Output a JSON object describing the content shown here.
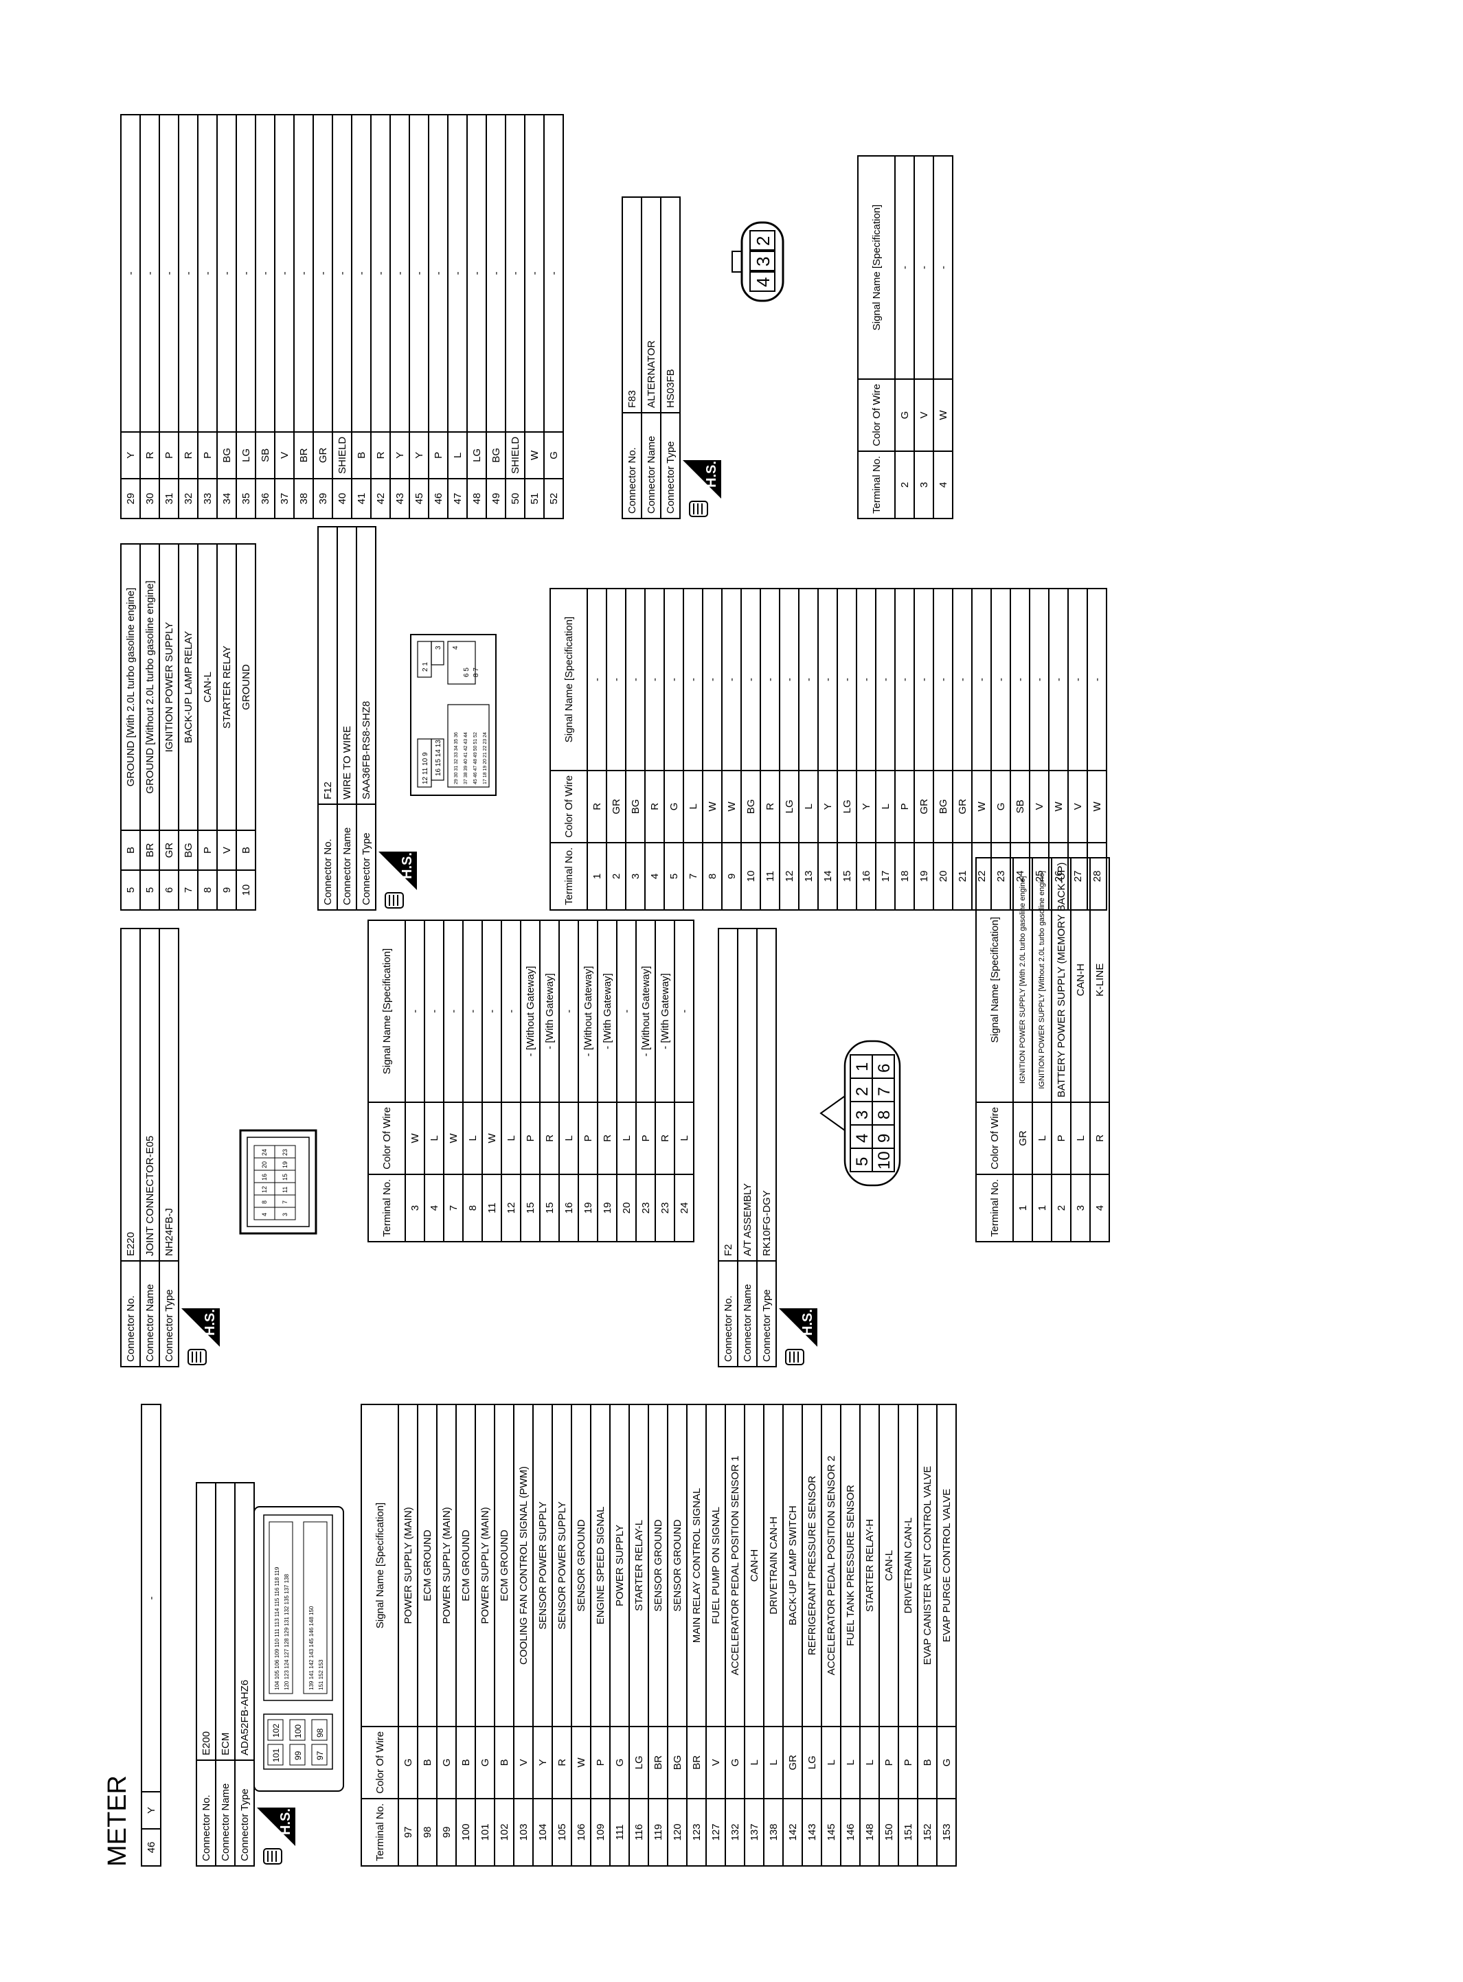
{
  "page_title": "METER",
  "connectors": [
    {
      "no": "E200",
      "name": "ECM",
      "type": "ADA52FB-AHZ6",
      "labels": {
        "no": "Connector No.",
        "name": "Connector Name",
        "type": "Connector Type"
      },
      "columns": [
        "Terminal No.",
        "Color Of Wire",
        "Signal Name [Specification]"
      ],
      "rows": [
        [
          "97",
          "G",
          "POWER SUPPLY (MAIN)"
        ],
        [
          "98",
          "B",
          "ECM GROUND"
        ],
        [
          "99",
          "G",
          "POWER SUPPLY (MAIN)"
        ],
        [
          "100",
          "B",
          "ECM GROUND"
        ],
        [
          "101",
          "G",
          "POWER SUPPLY (MAIN)"
        ],
        [
          "102",
          "B",
          "ECM GROUND"
        ],
        [
          "103",
          "V",
          "COOLING FAN CONTROL SIGNAL (PWM)"
        ],
        [
          "104",
          "Y",
          "SENSOR POWER SUPPLY"
        ],
        [
          "105",
          "R",
          "SENSOR POWER SUPPLY"
        ],
        [
          "106",
          "W",
          "SENSOR GROUND"
        ],
        [
          "109",
          "P",
          "ENGINE SPEED SIGNAL"
        ],
        [
          "111",
          "G",
          "POWER SUPPLY"
        ],
        [
          "116",
          "LG",
          "STARTER RELAY-L"
        ],
        [
          "119",
          "BR",
          "SENSOR GROUND"
        ],
        [
          "120",
          "BG",
          "SENSOR GROUND"
        ],
        [
          "123",
          "BR",
          "MAIN RELAY CONTROL SIGNAL"
        ],
        [
          "127",
          "V",
          "FUEL PUMP ON SIGNAL"
        ],
        [
          "132",
          "G",
          "ACCELERATOR PEDAL POSITION SENSOR 1"
        ],
        [
          "137",
          "L",
          "CAN-H"
        ],
        [
          "138",
          "L",
          "DRIVETRAIN CAN-H"
        ],
        [
          "142",
          "GR",
          "BACK-UP LAMP SWITCH"
        ],
        [
          "143",
          "LG",
          "REFRIGERANT PRESSURE SENSOR"
        ],
        [
          "145",
          "L",
          "ACCELERATOR PEDAL POSITION SENSOR 2"
        ],
        [
          "146",
          "L",
          "FUEL TANK PRESSURE SENSOR"
        ],
        [
          "148",
          "L",
          "STARTER RELAY-H"
        ],
        [
          "150",
          "P",
          "CAN-L"
        ],
        [
          "151",
          "P",
          "DRIVETRAIN CAN-L"
        ],
        [
          "152",
          "B",
          "EVAP CANISTER VENT CONTROL VALVE"
        ],
        [
          "153",
          "G",
          "EVAP PURGE CONTROL VALVE"
        ]
      ],
      "top_row": [
        "46",
        "Y",
        "-"
      ],
      "pins": [
        "101",
        "102",
        "99",
        "100",
        "97",
        "98",
        "104",
        "105",
        "106",
        "109",
        "110",
        "111",
        "113",
        "114",
        "115",
        "116",
        "118",
        "119",
        "120",
        "123",
        "124",
        "127",
        "128",
        "129",
        "131",
        "132",
        "135",
        "137",
        "138",
        "139",
        "141",
        "142",
        "143",
        "145",
        "146",
        "148",
        "150",
        "151",
        "152",
        "153"
      ]
    },
    {
      "no": "E220",
      "name": "JOINT CONNECTOR-E05",
      "type": "NH24FB-J",
      "labels": {
        "no": "Connector No.",
        "name": "Connector Name",
        "type": "Connector Type"
      },
      "columns": [
        "Terminal No.",
        "Color Of Wire",
        "Signal Name [Specification]"
      ],
      "rows": [
        [
          "3",
          "W",
          "-"
        ],
        [
          "4",
          "L",
          "-"
        ],
        [
          "7",
          "W",
          "-"
        ],
        [
          "8",
          "L",
          "-"
        ],
        [
          "11",
          "W",
          "-"
        ],
        [
          "12",
          "L",
          "-"
        ],
        [
          "15",
          "P",
          "- [Without Gateway]"
        ],
        [
          "15",
          "R",
          "- [With Gateway]"
        ],
        [
          "16",
          "L",
          "-"
        ],
        [
          "19",
          "P",
          "- [Without Gateway]"
        ],
        [
          "19",
          "R",
          "- [With Gateway]"
        ],
        [
          "20",
          "L",
          "-"
        ],
        [
          "23",
          "P",
          "- [Without Gateway]"
        ],
        [
          "23",
          "R",
          "- [With Gateway]"
        ],
        [
          "24",
          "L",
          "-"
        ]
      ],
      "pins": [
        "4",
        "3",
        "8",
        "7",
        "12",
        "11",
        "16",
        "15",
        "20",
        "19",
        "24",
        "23"
      ]
    },
    {
      "no": "F2",
      "name": "A/T ASSEMBLY",
      "type": "RK10FG-DGY",
      "labels": {
        "no": "Connector No.",
        "name": "Connector Name",
        "type": "Connector Type"
      },
      "columns": [
        "Terminal No.",
        "Color Of Wire",
        "Signal Name [Specification]"
      ],
      "rows": [
        [
          "1",
          "GR",
          "IGNITION POWER SUPPLY [With 2.0L turbo gasoline engine]"
        ],
        [
          "1",
          "L",
          "IGNITION POWER SUPPLY [Without 2.0L turbo gasoline engine]"
        ],
        [
          "2",
          "P",
          "BATTERY POWER SUPPLY (MEMORY BACK-UP)"
        ],
        [
          "3",
          "L",
          "CAN-H"
        ],
        [
          "4",
          "R",
          "K-LINE"
        ]
      ],
      "pins_top": [
        "5",
        "4",
        "3",
        "2",
        "1"
      ],
      "pins_bottom": [
        "10",
        "9",
        "8",
        "7",
        "6"
      ]
    },
    {
      "rows_cont": [
        [
          "5",
          "B",
          "GROUND [With 2.0L turbo gasoline engine]"
        ],
        [
          "5",
          "BR",
          "GROUND [Without 2.0L turbo gasoline engine]"
        ],
        [
          "6",
          "GR",
          "IGNITION POWER SUPPLY"
        ],
        [
          "7",
          "BG",
          "BACK-UP LAMP RELAY"
        ],
        [
          "8",
          "P",
          "CAN-L"
        ],
        [
          "9",
          "V",
          "STARTER RELAY"
        ],
        [
          "10",
          "B",
          "GROUND"
        ]
      ]
    },
    {
      "no": "F12",
      "name": "WIRE TO WIRE",
      "type": "SAA36FB-RS8-SHZ8",
      "labels": {
        "no": "Connector No.",
        "name": "Connector Name",
        "type": "Connector Type"
      },
      "columns": [
        "Terminal No.",
        "Color Of Wire",
        "Signal Name [Specification]"
      ],
      "rows": [
        [
          "1",
          "R",
          "-"
        ],
        [
          "2",
          "GR",
          "-"
        ],
        [
          "3",
          "BG",
          "-"
        ],
        [
          "4",
          "R",
          "-"
        ],
        [
          "5",
          "G",
          "-"
        ],
        [
          "7",
          "L",
          "-"
        ],
        [
          "8",
          "W",
          "-"
        ],
        [
          "9",
          "W",
          "-"
        ],
        [
          "10",
          "BG",
          "-"
        ],
        [
          "11",
          "R",
          "-"
        ],
        [
          "12",
          "LG",
          "-"
        ],
        [
          "13",
          "L",
          "-"
        ],
        [
          "14",
          "Y",
          "-"
        ],
        [
          "15",
          "LG",
          "-"
        ],
        [
          "16",
          "Y",
          "-"
        ],
        [
          "17",
          "L",
          "-"
        ],
        [
          "18",
          "P",
          "-"
        ],
        [
          "19",
          "GR",
          "-"
        ],
        [
          "20",
          "BG",
          "-"
        ],
        [
          "21",
          "GR",
          "-"
        ],
        [
          "22",
          "W",
          "-"
        ],
        [
          "23",
          "G",
          "-"
        ],
        [
          "24",
          "SB",
          "-"
        ],
        [
          "25",
          "V",
          "-"
        ],
        [
          "26",
          "W",
          "-"
        ],
        [
          "27",
          "V",
          "-"
        ],
        [
          "28",
          "W",
          "-"
        ]
      ],
      "rows_cont": [
        [
          "29",
          "Y",
          "-"
        ],
        [
          "30",
          "R",
          "-"
        ],
        [
          "31",
          "P",
          "-"
        ],
        [
          "32",
          "R",
          "-"
        ],
        [
          "33",
          "P",
          "-"
        ],
        [
          "34",
          "BG",
          "-"
        ],
        [
          "35",
          "LG",
          "-"
        ],
        [
          "36",
          "SB",
          "-"
        ],
        [
          "37",
          "V",
          "-"
        ],
        [
          "38",
          "BR",
          "-"
        ],
        [
          "39",
          "GR",
          "-"
        ],
        [
          "40",
          "SHIELD",
          "-"
        ],
        [
          "41",
          "B",
          "-"
        ],
        [
          "42",
          "R",
          "-"
        ],
        [
          "43",
          "Y",
          "-"
        ],
        [
          "45",
          "Y",
          "-"
        ],
        [
          "46",
          "P",
          "-"
        ],
        [
          "47",
          "L",
          "-"
        ],
        [
          "48",
          "LG",
          "-"
        ],
        [
          "49",
          "BG",
          "-"
        ],
        [
          "50",
          "SHIELD",
          "-"
        ],
        [
          "51",
          "W",
          "-"
        ],
        [
          "52",
          "G",
          "-"
        ]
      ],
      "pins": [
        "12",
        "11",
        "10",
        "9",
        "16",
        "15",
        "14",
        "13",
        "2",
        "1",
        "3",
        "4",
        "6",
        "5",
        "8",
        "7"
      ]
    },
    {
      "no": "F83",
      "name": "ALTERNATOR",
      "type": "HS03FB",
      "labels": {
        "no": "Connector No.",
        "name": "Connector Name",
        "type": "Connector Type"
      },
      "columns": [
        "Terminal No.",
        "Color Of Wire",
        "Signal Name [Specification]"
      ],
      "rows": [
        [
          "2",
          "G",
          "-"
        ],
        [
          "3",
          "V",
          "-"
        ],
        [
          "4",
          "W",
          "-"
        ]
      ],
      "pins": [
        "4",
        "3",
        "2"
      ]
    }
  ],
  "hs_label": "H.S."
}
